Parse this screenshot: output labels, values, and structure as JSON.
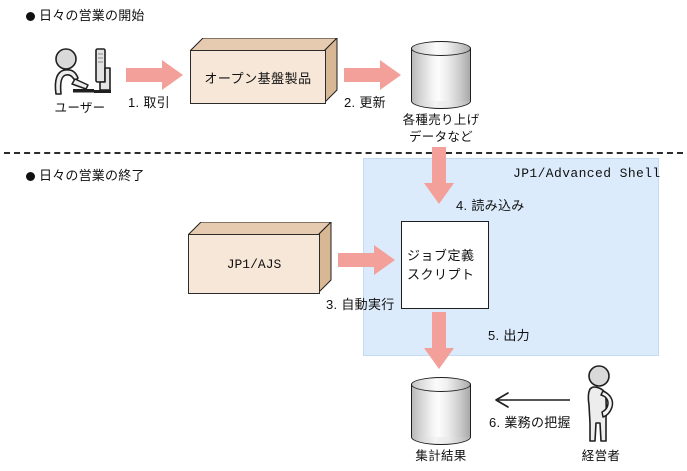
{
  "diagram": {
    "title": "JP1/Advanced Shell daily business flow",
    "colors": {
      "arrow_pink": "#f3a09a",
      "box_front": "#f7e7d8",
      "box_top": "#e6cbb0",
      "box_side": "#d8b795",
      "blue_region": "#dcebfb",
      "blue_border": "#c4dcf3",
      "outline": "#1f1f1f",
      "text": "#111111"
    },
    "sections": [
      {
        "id": "start",
        "label": "日々の営業の開始"
      },
      {
        "id": "end",
        "label": "日々の営業の終了"
      }
    ],
    "region": {
      "label": "JP1/Advanced Shell"
    },
    "nodes": {
      "user": {
        "caption": "ユーザー",
        "icon": "person-at-computer-icon"
      },
      "open_platform_product": {
        "label": "オープン基盤製品",
        "shape": "box3d"
      },
      "sales_data": {
        "caption_line1": "各種売り上げ",
        "caption_line2": "データなど",
        "shape": "cylinder"
      },
      "jp1_ajs": {
        "label": "JP1/AJS",
        "shape": "box3d"
      },
      "job_script": {
        "label_line1": "ジョブ定義",
        "label_line2": "スクリプト",
        "shape": "box"
      },
      "aggregate_result": {
        "caption": "集計結果",
        "shape": "cylinder"
      },
      "manager": {
        "caption": "経営者",
        "icon": "standing-person-icon"
      }
    },
    "steps": [
      {
        "n": "1",
        "label": "1. 取引"
      },
      {
        "n": "2",
        "label": "2. 更新"
      },
      {
        "n": "3",
        "label": "3. 自動実行"
      },
      {
        "n": "4",
        "label": "4. 読み込み"
      },
      {
        "n": "5",
        "label": "5. 出力"
      },
      {
        "n": "6",
        "label": "6. 業務の把握"
      }
    ]
  }
}
